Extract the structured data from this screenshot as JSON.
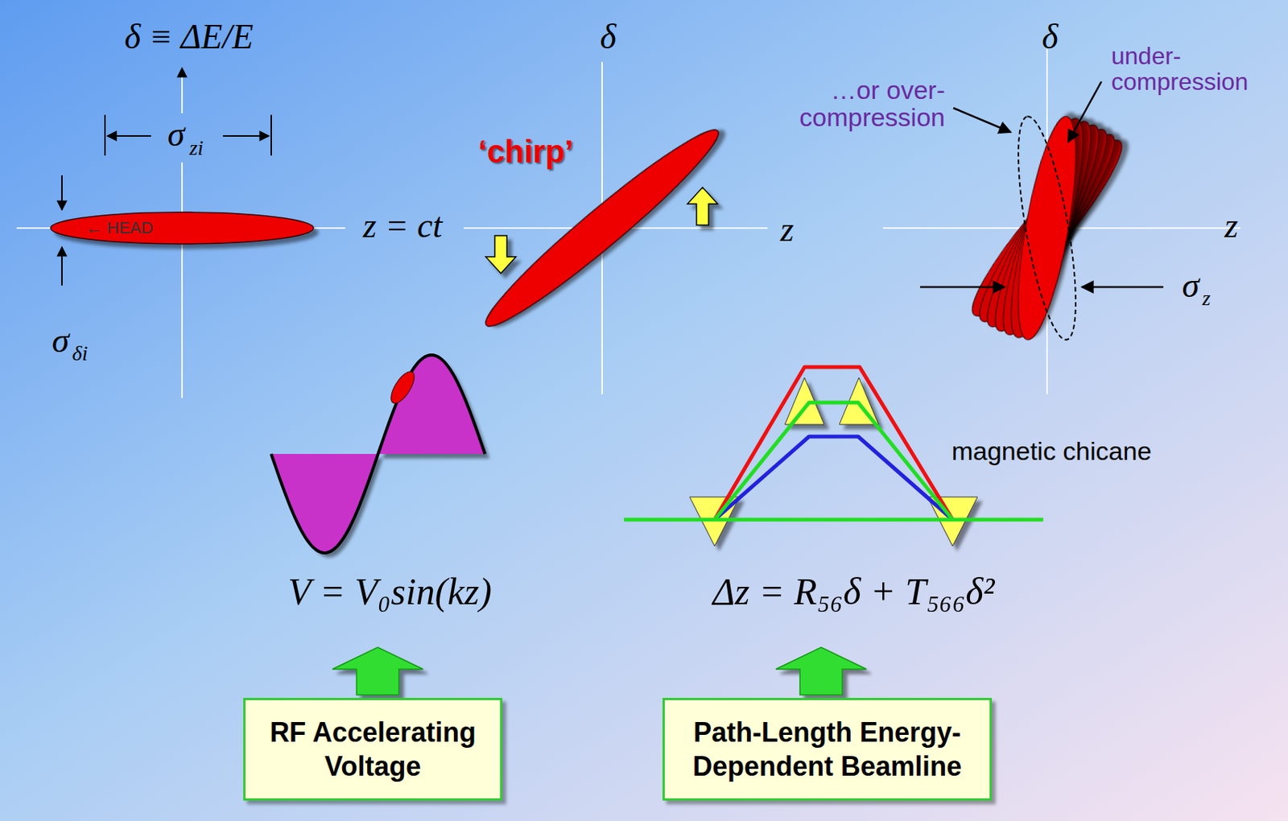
{
  "diagram": {
    "nodes": [
      {
        "text": [
          "RF Accelerating Voltage"
        ]
      },
      {
        "text": [
          "Path-Length Energy-Dependent Beamline"
        ]
      }
    ],
    "labels": [
      "δ ≡ ΔE/E",
      "σ",
      "zi",
      "← HEAD",
      "z = ct",
      "σ",
      "δi",
      "δ",
      "‘chirp’",
      "z",
      "δ",
      "…or over-compression",
      "under-compression",
      "z",
      "σ",
      "z",
      "V = V₀sin(kz)",
      "magnetic chicane",
      "Δz = R₅₆δ + T₅₆₆δ²"
    ]
  }
}
